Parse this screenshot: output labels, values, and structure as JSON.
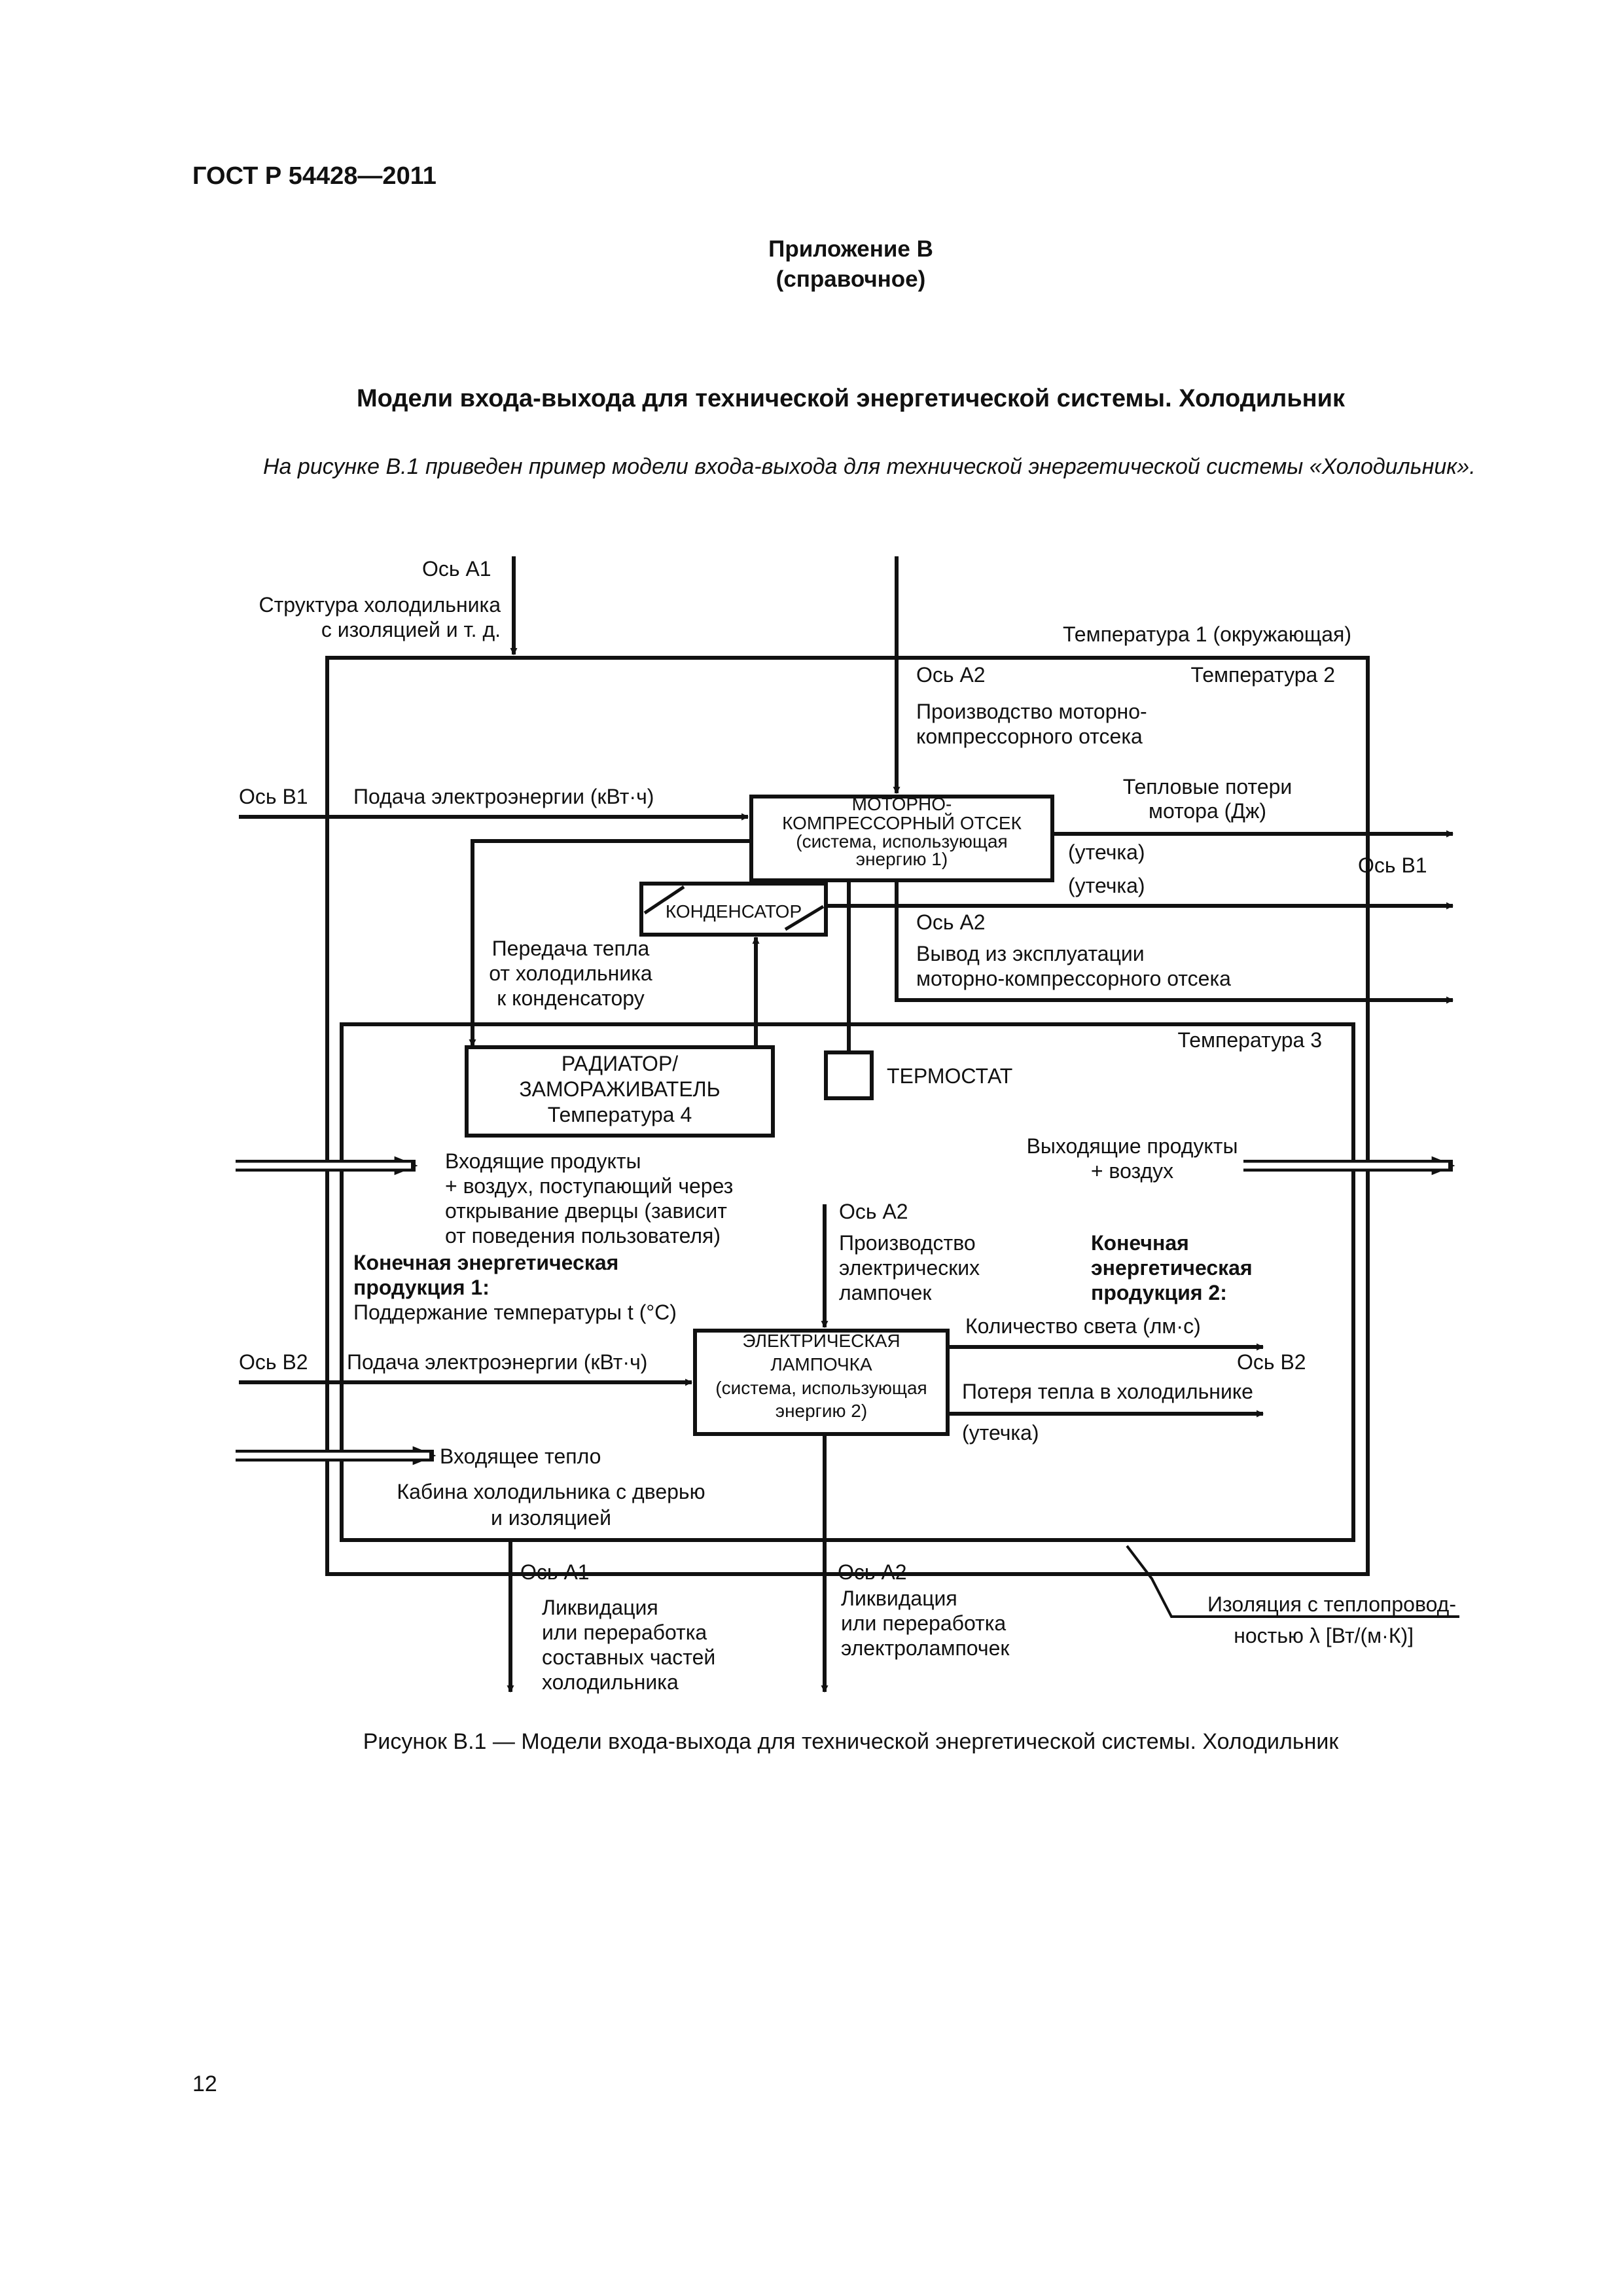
{
  "page": {
    "header": "ГОСТ Р 54428—2011",
    "appendix_title": "Приложение В",
    "appendix_type": "(справочное)",
    "section_title": "Модели входа-выхода для технической энергетической системы. Холодильник",
    "intro": "На рисунке В.1 приведен пример модели входа-выхода для технической энергетической системы «Холодильник».",
    "figure_caption": "Рисунок В.1 — Модели входа-выхода для технической энергетической системы. Холодильник",
    "page_number": "12"
  },
  "diagram": {
    "axis_a1_top": "Ось A1",
    "structure_1": "Структура холодильника",
    "structure_2": "с изоляцией и т. д.",
    "temp1": "Температура 1 (окружающая)",
    "temp2": "Температура 2",
    "axis_a2_top": "Ось A2",
    "prod_motor_1": "Производство моторно-",
    "prod_motor_2": "компрессорного отсека",
    "axis_b1_left": "Ось B1",
    "power_supply_1": "Подача электроэнергии (кВт·ч)",
    "motor_box_1": "МОТОРНО-",
    "motor_box_2": "КОМПРЕССОРНЫЙ ОТСЕК",
    "motor_box_3": "(система, использующая",
    "motor_box_4": "энергию 1)",
    "heat_loss_1": "Тепловые потери",
    "heat_loss_2": "мотора (Дж)",
    "leak_1": "(утечка)",
    "leak_2": "(утечка)",
    "axis_b1_right": "Ось B1",
    "condenser": "КОНДЕНСАТОР",
    "axis_a2_decom": "Ось A2",
    "decom_1": "Вывод из эксплуатации",
    "decom_2": "моторно-компрессорного отсека",
    "heat_transfer_1": "Передача тепла",
    "heat_transfer_2": "от холодильника",
    "heat_transfer_3": "к конденсатору",
    "temp3": "Температура 3",
    "radiator_1": "РАДИАТОР/",
    "radiator_2": "ЗАМОРАЖИВАТЕЛЬ",
    "radiator_3": "Температура 4",
    "thermostat": "ТЕРМОСТАТ",
    "incoming_1": "Входящие продукты",
    "incoming_2": "+ воздух, поступающий через",
    "incoming_3": "открывание дверцы (зависит",
    "incoming_4": "от поведения пользователя)",
    "outgoing_1": "Выходящие продукты",
    "outgoing_2": "+ воздух",
    "final1_1": "Конечная энергетическая",
    "final1_2": "продукция 1:",
    "final1_3": "Поддержание температуры t (°С)",
    "axis_a2_lamp": "Ось A2",
    "prod_lamp_1": "Производство",
    "prod_lamp_2": "электрических",
    "prod_lamp_3": "лампочек",
    "final2_1": "Конечная",
    "final2_2": "энергетическая",
    "final2_3": "продукция 2:",
    "axis_b2_left": "Ось B2",
    "power_supply_2": "Подача электроэнергии (кВт·ч)",
    "lamp_box_1": "ЭЛЕКТРИЧЕСКАЯ",
    "lamp_box_2": "ЛАМПОЧКА",
    "lamp_box_3": "(система, использующая",
    "lamp_box_4": "энергию 2)",
    "light_amount": "Количество света (лм·с)",
    "axis_b2_right": "Ось B2",
    "lamp_heat_loss": "Потеря тепла в холодильнике",
    "leak_3": "(утечка)",
    "incoming_heat": "Входящее тепло",
    "cabin_1": "Кабина холодильника с дверью",
    "cabin_2": "и изоляцией",
    "axis_a1_bottom": "Ось A1",
    "disposal1_1": "Ликвидация",
    "disposal1_2": "или переработка",
    "disposal1_3": "составных частей",
    "disposal1_4": "холодильника",
    "axis_a2_bottom": "Ось A2",
    "disposal2_1": "Ликвидация",
    "disposal2_2": "или переработка",
    "disposal2_3": "электролампочек",
    "insulation_1": "Изоляция с теплопровод-",
    "insulation_2": "ностью λ [Вт/(м·К)]"
  }
}
